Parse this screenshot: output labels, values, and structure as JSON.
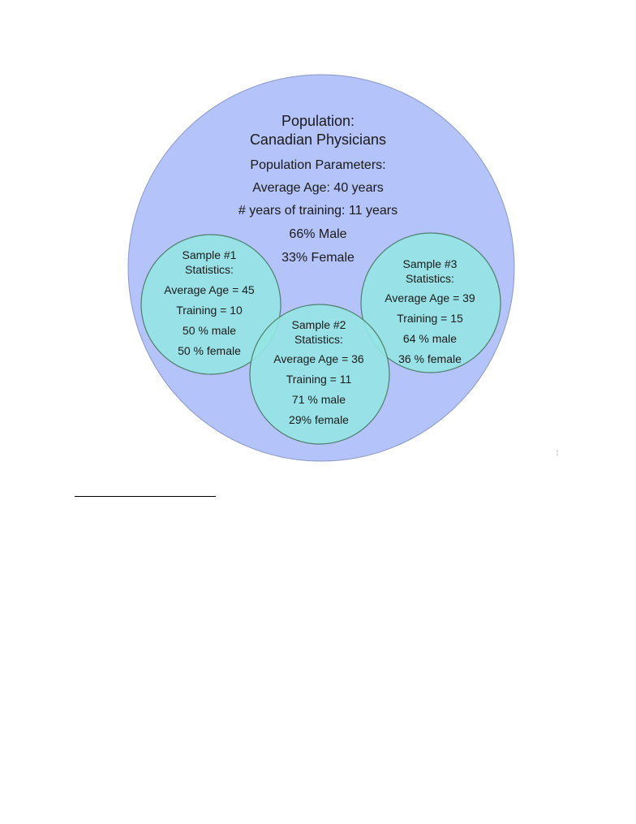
{
  "colors": {
    "population_fill": "#b4c3f9",
    "sample_fill": "#95e6e4",
    "circle_stroke": "#4f7f6e",
    "text": "#1a1a1a"
  },
  "population": {
    "title_line1": "Population:",
    "title_line2": "Canadian Physicians",
    "parameters_heading": "Population Parameters:",
    "average_age": "Average Age: 40 years",
    "training": "# years of training: 11 years",
    "male": "66% Male",
    "female": "33% Female"
  },
  "samples": [
    {
      "label": "Sample #1",
      "heading": "Statistics:",
      "average_age": "Average Age = 45",
      "training": "Training = 10",
      "male": "50 % male",
      "female": "50 % female"
    },
    {
      "label": "Sample #2",
      "heading": "Statistics:",
      "average_age": "Average Age = 36",
      "training": "Training = 11",
      "male": "71 % male",
      "female": "29% female"
    },
    {
      "label": "Sample #3",
      "heading": "Statistics:",
      "average_age": "Average Age = 39",
      "training": "Training = 15",
      "male": "64 % male",
      "female": "36 % female"
    }
  ]
}
